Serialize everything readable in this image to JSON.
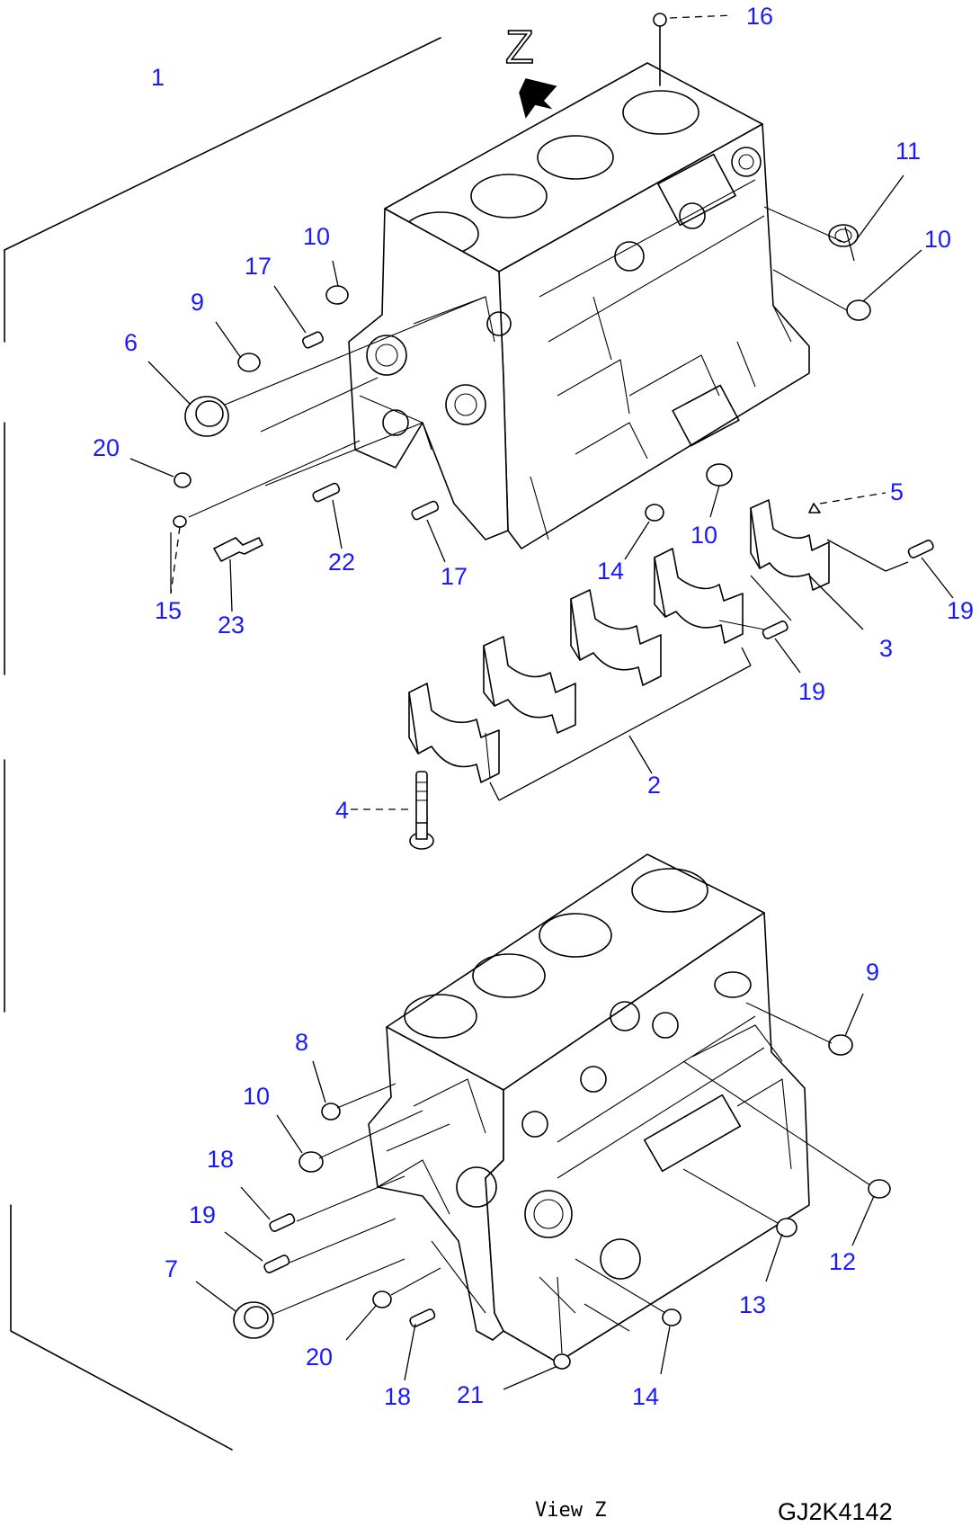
{
  "drawing": {
    "view_letter": "Z",
    "view_caption": "View Z",
    "drawing_code": "GJ2K4142",
    "labels": [
      {
        "id": "l1",
        "text": "1"
      },
      {
        "id": "l16",
        "text": "16"
      },
      {
        "id": "l11",
        "text": "11"
      },
      {
        "id": "l10a",
        "text": "10"
      },
      {
        "id": "l10b",
        "text": "10"
      },
      {
        "id": "l17a",
        "text": "17"
      },
      {
        "id": "l9a",
        "text": "9"
      },
      {
        "id": "l6",
        "text": "6"
      },
      {
        "id": "l20a",
        "text": "20"
      },
      {
        "id": "l10c",
        "text": "10"
      },
      {
        "id": "l14a",
        "text": "14"
      },
      {
        "id": "l5",
        "text": "5"
      },
      {
        "id": "l19a",
        "text": "19"
      },
      {
        "id": "l3",
        "text": "3"
      },
      {
        "id": "l19b",
        "text": "19"
      },
      {
        "id": "l22",
        "text": "22"
      },
      {
        "id": "l17b",
        "text": "17"
      },
      {
        "id": "l15",
        "text": "15"
      },
      {
        "id": "l23",
        "text": "23"
      },
      {
        "id": "l2",
        "text": "2"
      },
      {
        "id": "l4",
        "text": "4"
      },
      {
        "id": "l9b",
        "text": "9"
      },
      {
        "id": "l8",
        "text": "8"
      },
      {
        "id": "l10d",
        "text": "10"
      },
      {
        "id": "l18a",
        "text": "18"
      },
      {
        "id": "l19c",
        "text": "19"
      },
      {
        "id": "l7",
        "text": "7"
      },
      {
        "id": "l12",
        "text": "12"
      },
      {
        "id": "l13",
        "text": "13"
      },
      {
        "id": "l20b",
        "text": "20"
      },
      {
        "id": "l18b",
        "text": "18"
      },
      {
        "id": "l21",
        "text": "21"
      },
      {
        "id": "l14b",
        "text": "14"
      }
    ]
  }
}
